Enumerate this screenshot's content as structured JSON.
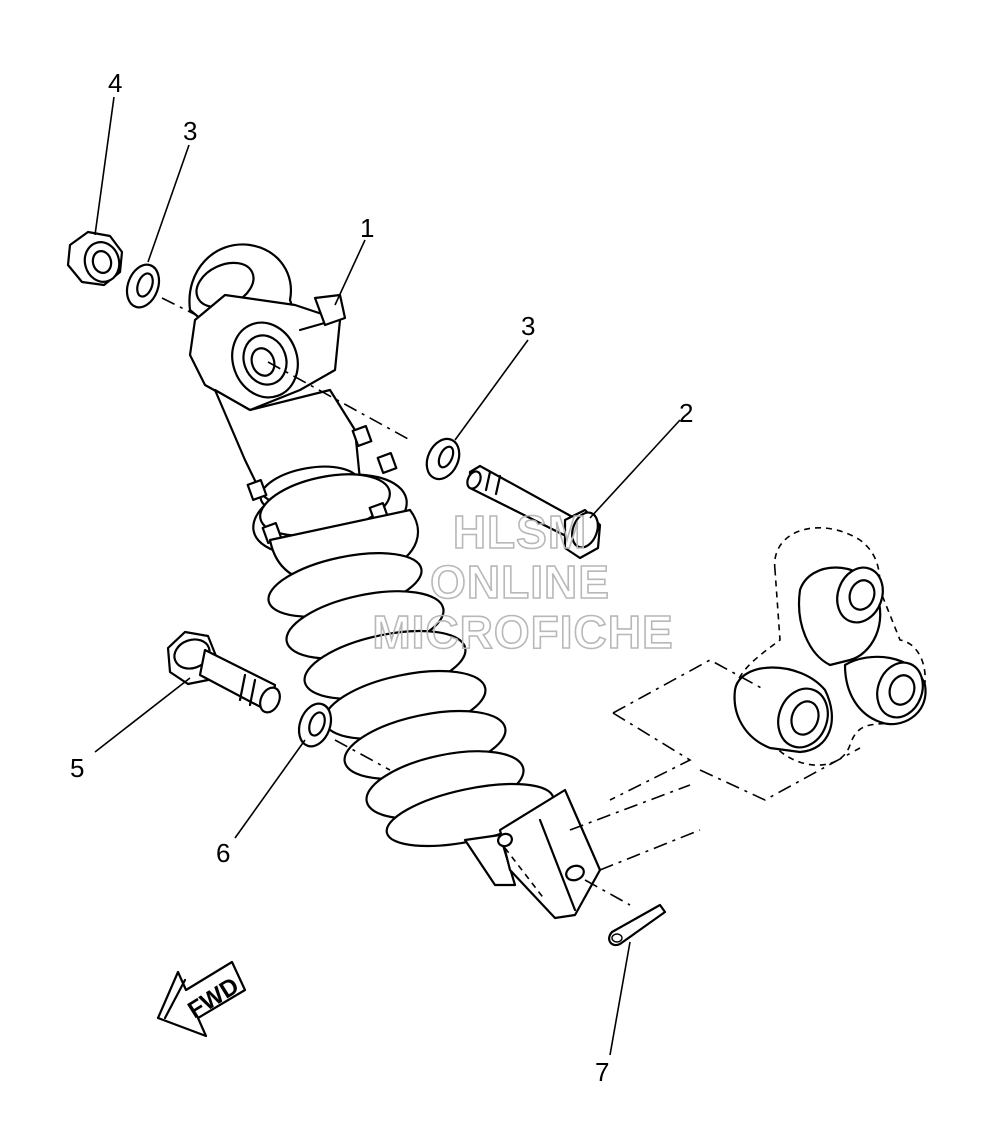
{
  "callouts": {
    "c1": "1",
    "c2": "2",
    "c3a": "3",
    "c3b": "3",
    "c4": "4",
    "c5": "5",
    "c6": "6",
    "c7": "7"
  },
  "watermark": {
    "line1": "HLSM",
    "line2": "ONLINE",
    "line3": "MICROFICHE"
  },
  "direction_arrow": {
    "label": "FWD"
  },
  "colors": {
    "ink": "#000000",
    "watermark": "#b8b8b8",
    "background": "#ffffff"
  }
}
